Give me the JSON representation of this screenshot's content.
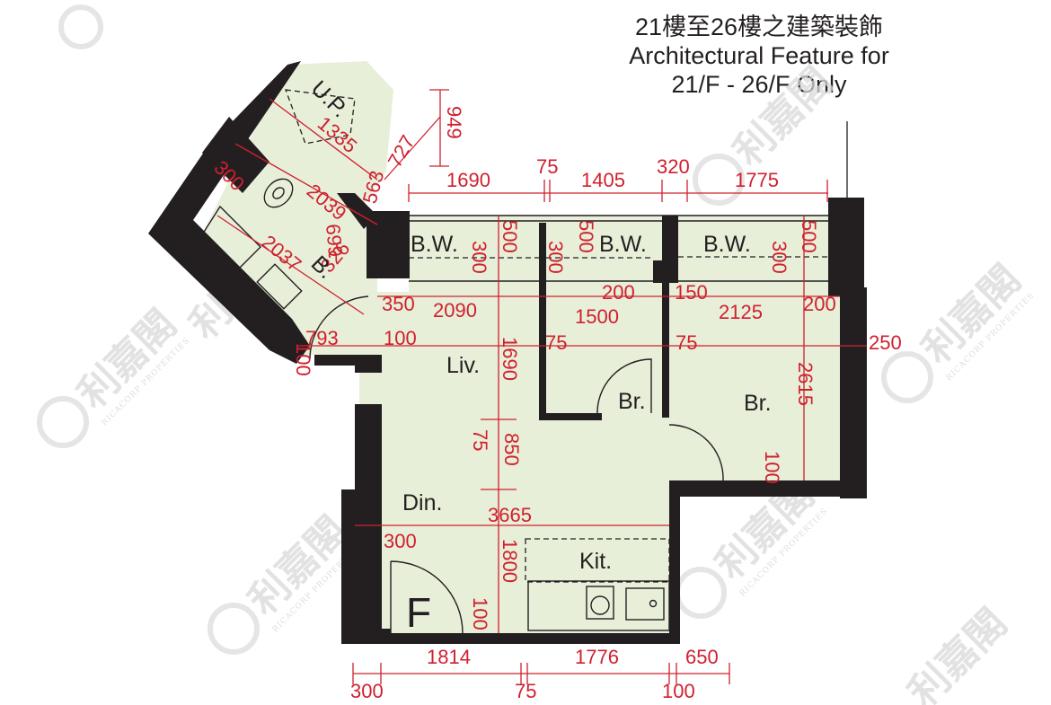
{
  "note": {
    "line1": "21樓至26樓之建築裝飾",
    "line2": "Architectural Feature for",
    "line3": "21/F - 26/F Only"
  },
  "rooms": {
    "up": "U.P.",
    "bathroom": "B.",
    "bay_window_1": "B.W.",
    "bay_window_2": "B.W.",
    "bay_window_3": "B.W.",
    "living": "Liv.",
    "dining": "Din.",
    "bedroom_small": "Br.",
    "bedroom_large": "Br.",
    "kitchen": "Kit.",
    "flat_entrance": "F"
  },
  "watermark": {
    "brand_cn": "利嘉閣",
    "brand_en": "RICACORP PROPERTIES"
  },
  "colors": {
    "room_fill": "#e8efd9",
    "wall": "#231f20",
    "dimension": "#d0202e",
    "watermark": "#d9d9d9"
  },
  "dimensions": {
    "top": {
      "d1690": "1690",
      "d75": "75",
      "d1405": "1405",
      "d320": "320",
      "d1775": "1775"
    },
    "up_area": {
      "d949": "949",
      "d727": "727",
      "d1335": "1335",
      "d563": "563",
      "d300": "300"
    },
    "bathroom": {
      "d2039": "2039",
      "d699": "699",
      "d2037": "2037",
      "d326": "326",
      "d350": "350",
      "d793": "793",
      "d100a": "100",
      "d100b": "100"
    },
    "bay_windows": {
      "bw1_500": "500",
      "bw1_300": "300",
      "bw2_500": "500",
      "bw2_300": "300",
      "bw3_500": "500",
      "bw3_300": "300"
    },
    "middle": {
      "d2090": "2090",
      "d1500": "1500",
      "d200a": "200",
      "d150": "150",
      "d2125": "2125",
      "d200b": "200",
      "d75a": "75",
      "d75b": "75",
      "d250": "250"
    },
    "living": {
      "d1690": "1690",
      "d75": "75",
      "d850": "850",
      "d3665": "3665",
      "d2615": "2615",
      "d100": "100"
    },
    "lower": {
      "d300": "300",
      "d1800": "1800",
      "d100": "100"
    },
    "bottom": {
      "d1814": "1814",
      "d1776": "1776",
      "d650": "650",
      "d300": "300",
      "d75": "75",
      "d100": "100"
    }
  }
}
